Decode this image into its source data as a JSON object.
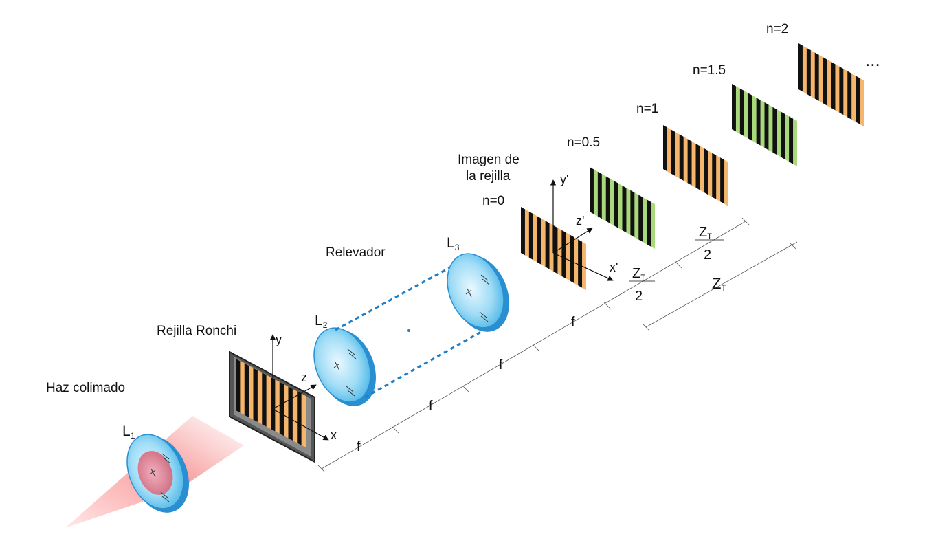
{
  "labels": {
    "haz": "Haz colimado",
    "rejilla": "Rejilla Ronchi",
    "relevador": "Relevador",
    "imagen_line1": "Imagen de",
    "imagen_line2": "la rejilla",
    "n0": "n=0",
    "n05": "n=0.5",
    "n1": "n=1",
    "n15": "n=1.5",
    "n2": "n=2",
    "ellipsis": "...",
    "L": "L",
    "L1_sub": "1",
    "L2_sub": "2",
    "L3_sub": "3",
    "x": "x",
    "y": "y",
    "z": "z",
    "x_prime": "x'",
    "y_prime": "y'",
    "z_prime": "z'",
    "f": "f",
    "Z": "Z",
    "T": "T",
    "two": "2"
  },
  "colors": {
    "orange_stripe": "#f5b56a",
    "green_stripe": "#a9d97a",
    "black_stripe": "#111111",
    "lens_blue": "#5cc0ea",
    "lens_rim": "#2a8fd0",
    "relay_dash": "#1f7fc8",
    "beam_red": "#f26d6d",
    "frame_gray": "#8a8a8a"
  }
}
